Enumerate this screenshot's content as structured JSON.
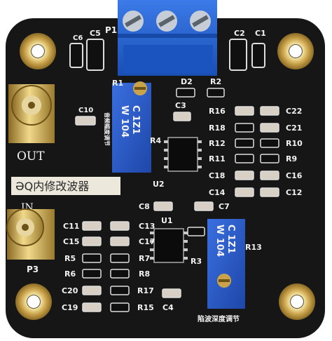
{
  "board": {
    "colors": {
      "pcb": "#161616",
      "silkscreen": "#f2f2f2",
      "terminal_block": "#1f5fd0",
      "pot_body": "#2a5cc8",
      "gold": "#c9a24a",
      "pad": "#d8d0c4"
    },
    "labels": {
      "terminal": "P1",
      "out": "OUT",
      "in": "IN",
      "in_connector": "P3",
      "chinese_title": "ƏQ内修改波器",
      "pot_side": "音频幅度调节",
      "depth_adjust": "陷波深度调节"
    },
    "pot_top": {
      "line1": "W 104",
      "line2": "C 1Z1"
    },
    "pot_bottom": {
      "line1": "W 104",
      "line2": "C 1Z1"
    },
    "chips": [
      "U2",
      "U1"
    ],
    "refs_top": [
      "C6",
      "C5",
      "C2",
      "C1",
      "R1",
      "D2",
      "R2",
      "C3",
      "C10",
      "R4",
      "R16",
      "C22",
      "R18",
      "C21",
      "R12",
      "R10",
      "R11",
      "R9",
      "C18",
      "C16",
      "C14",
      "C12"
    ],
    "refs_bottom": [
      "C8",
      "C7",
      "C11",
      "C13",
      "C15",
      "C17",
      "R5",
      "R7",
      "R6",
      "R8",
      "C20",
      "R17",
      "C19",
      "R15",
      "C4",
      "R3",
      "R13"
    ]
  }
}
